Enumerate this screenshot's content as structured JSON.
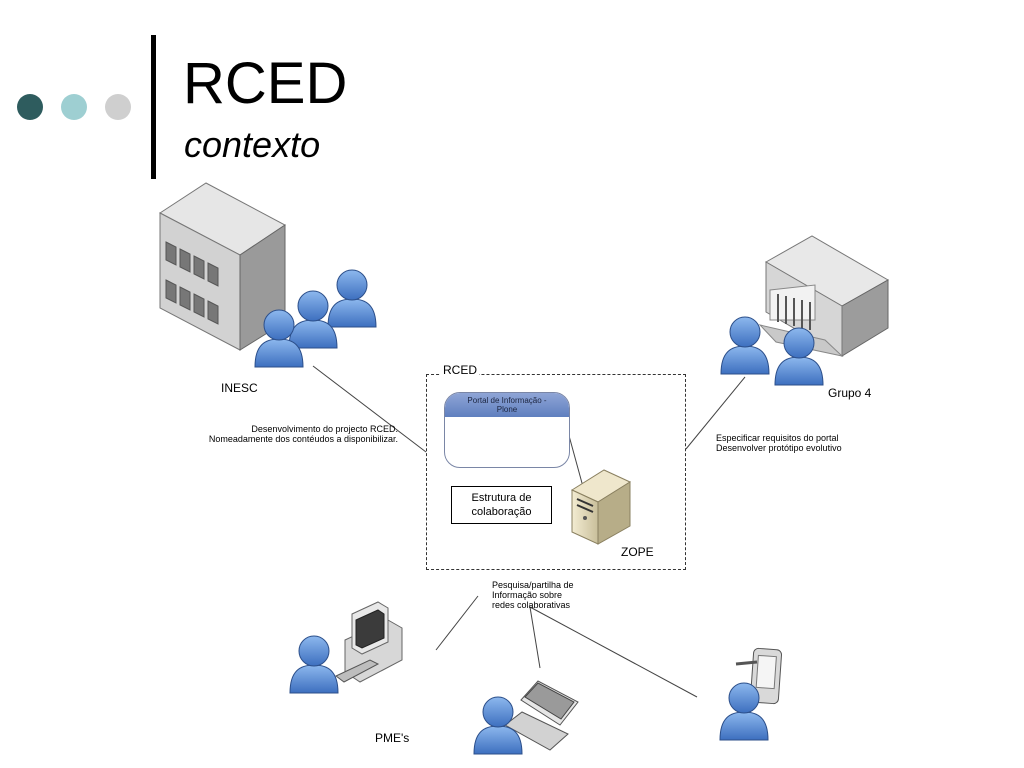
{
  "slide": {
    "title": "RCED",
    "subtitle": "contexto"
  },
  "colors": {
    "dot_1": "#2e5c5e",
    "dot_2": "#9ecfd2",
    "dot_3": "#cfcfcf",
    "person": "#5b8fd6",
    "building": "#cfcfcf"
  },
  "diagram": {
    "inesc_label": "INESC",
    "inesc_desc_line1": "Desenvolvimento do projecto RCED.",
    "inesc_desc_line2": "Nomeadamente dos contéudos a disponibilizar.",
    "rced_label": "RCED",
    "portal_line1": "Portal de Informação -",
    "portal_line2": "Plone",
    "colab_line1": "Estrutura de",
    "colab_line2": "colaboração",
    "zope_label": "ZOPE",
    "grupo_label": "Grupo 4",
    "grupo_desc_line1": "Especificar requisitos do portal",
    "grupo_desc_line2": "Desenvolver protótipo evolutivo",
    "pme_desc_line1": "Pesquisa/partilha de",
    "pme_desc_line2": "Informação sobre",
    "pme_desc_line3": "redes colaborativas",
    "pme_label": "PME's"
  },
  "icons": [
    "office-building-icon",
    "government-building-icon",
    "server-tower-icon",
    "database-icon",
    "desktop-computer-icon",
    "laptop-icon",
    "pda-icon",
    "user-icon"
  ]
}
